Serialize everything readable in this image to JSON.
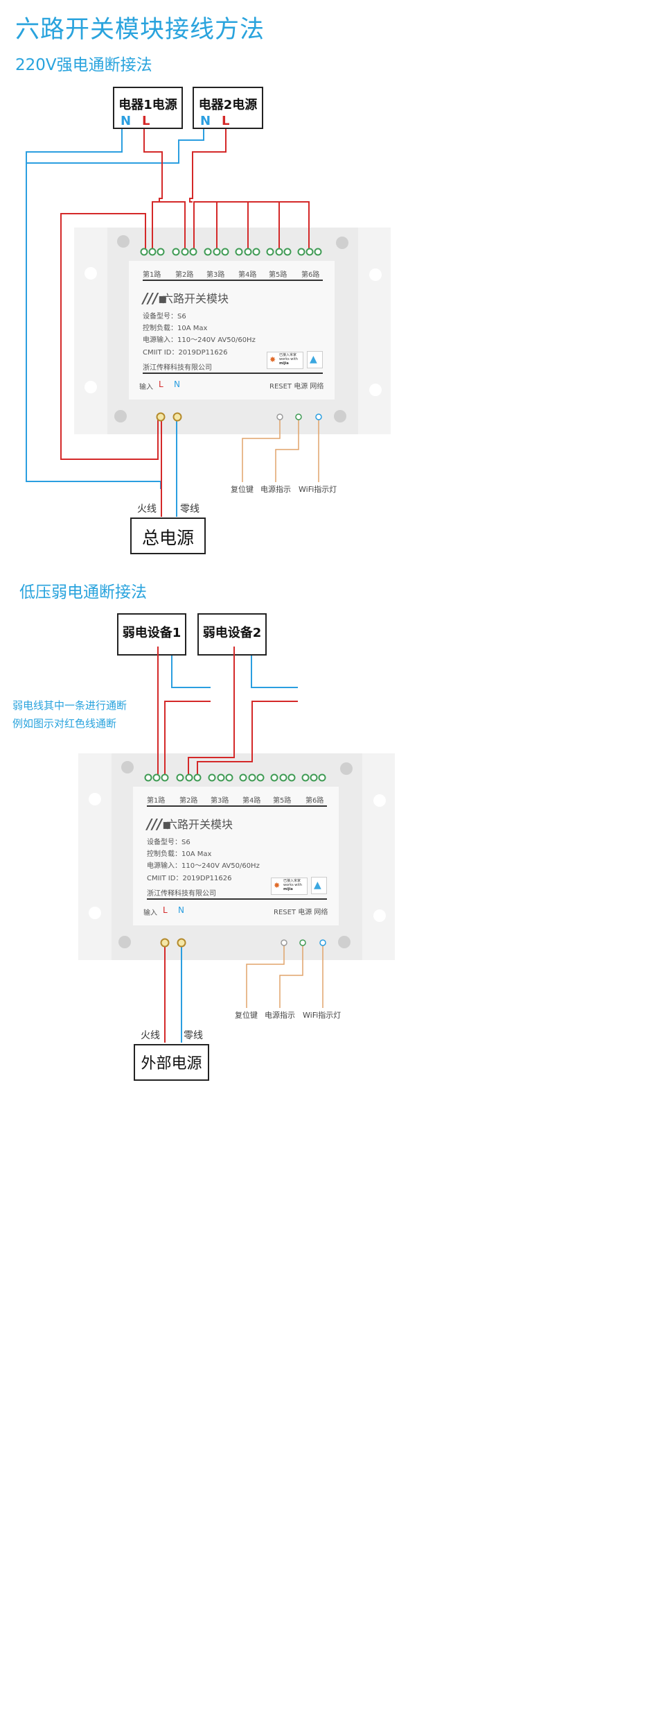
{
  "main_title": "六路开关模块接线方法",
  "section1": {
    "title": "220V强电通断接法",
    "appliance1": {
      "title": "电器1电源",
      "n": "N",
      "l": "L"
    },
    "appliance2": {
      "title": "电器2电源",
      "n": "N",
      "l": "L"
    },
    "live_label": "火线",
    "neutral_label": "零线",
    "power_box": "总电源"
  },
  "section2": {
    "title": "低压弱电通断接法",
    "device1": "弱电设备1",
    "device2": "弱电设备2",
    "note_line1": "弱电线其中一条进行通断",
    "note_line2": "例如图示对红色线通断",
    "live_label": "火线",
    "neutral_label": "零线",
    "power_box": "外部电源"
  },
  "module": {
    "channels": [
      "第1路",
      "第2路",
      "第3路",
      "第4路",
      "第5路",
      "第6路"
    ],
    "name": "六路开关模块",
    "specs": [
      "设备型号：S6",
      "控制负载：10A Max",
      "电源输入：110～240V   AV50/60Hz",
      "CMIIT ID：2019DP11626"
    ],
    "company": "浙江传释科技有限公司",
    "input_label": "输入",
    "input_l": "L",
    "input_n": "N",
    "indicators": "RESET  电源  网络",
    "badge_line1": "已接入米家",
    "badge_line2": "works with",
    "badge_line3": "mijia",
    "bottom_labels": [
      "复位键",
      "电源指示",
      "WiFi指示灯"
    ]
  },
  "colors": {
    "accent_blue": "#29a3dd",
    "wire_red": "#d42828",
    "wire_blue": "#2a9ee0",
    "wire_orange": "#e0a36a",
    "terminal_green": "#3f9b54"
  }
}
